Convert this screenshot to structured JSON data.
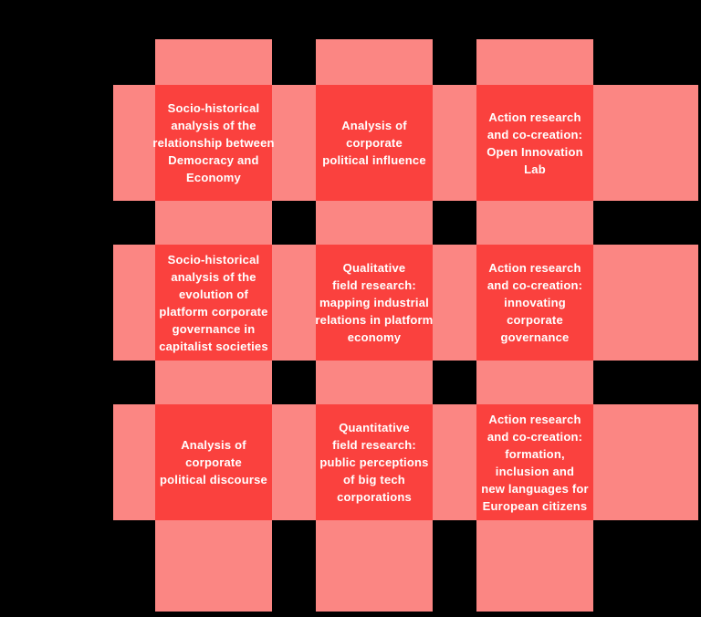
{
  "colors": {
    "background": "#000000",
    "ribbon_pink": "#FB8683",
    "cell_red": "#FA413E",
    "text_white": "#FFFFFF"
  },
  "grid": {
    "rows": 3,
    "cols": 3,
    "cells": [
      {
        "row": 1,
        "col": 1,
        "text": "Socio-historical\nanalysis of the\nrelationship between\nDemocracy and\nEconomy"
      },
      {
        "row": 1,
        "col": 2,
        "text": "Analysis of\ncorporate\npolitical influence"
      },
      {
        "row": 1,
        "col": 3,
        "text": "Action research\nand co-creation:\nOpen Innovation\nLab"
      },
      {
        "row": 2,
        "col": 1,
        "text": "Socio-historical\nanalysis of the\nevolution of\nplatform corporate\ngovernance in\ncapitalist societies"
      },
      {
        "row": 2,
        "col": 2,
        "text": "Qualitative\nfield research:\nmapping industrial\nrelations in platform\neconomy"
      },
      {
        "row": 2,
        "col": 3,
        "text": "Action research\nand co-creation:\ninnovating\ncorporate\ngovernance"
      },
      {
        "row": 3,
        "col": 1,
        "text": "Analysis of\ncorporate\npolitical discourse"
      },
      {
        "row": 3,
        "col": 2,
        "text": "Quantitative\nfield research:\npublic perceptions\nof big tech\ncorporations"
      },
      {
        "row": 3,
        "col": 3,
        "text": "Action research\nand co-creation:\nformation,\ninclusion and\nnew languages for\nEuropean citizens"
      }
    ]
  }
}
